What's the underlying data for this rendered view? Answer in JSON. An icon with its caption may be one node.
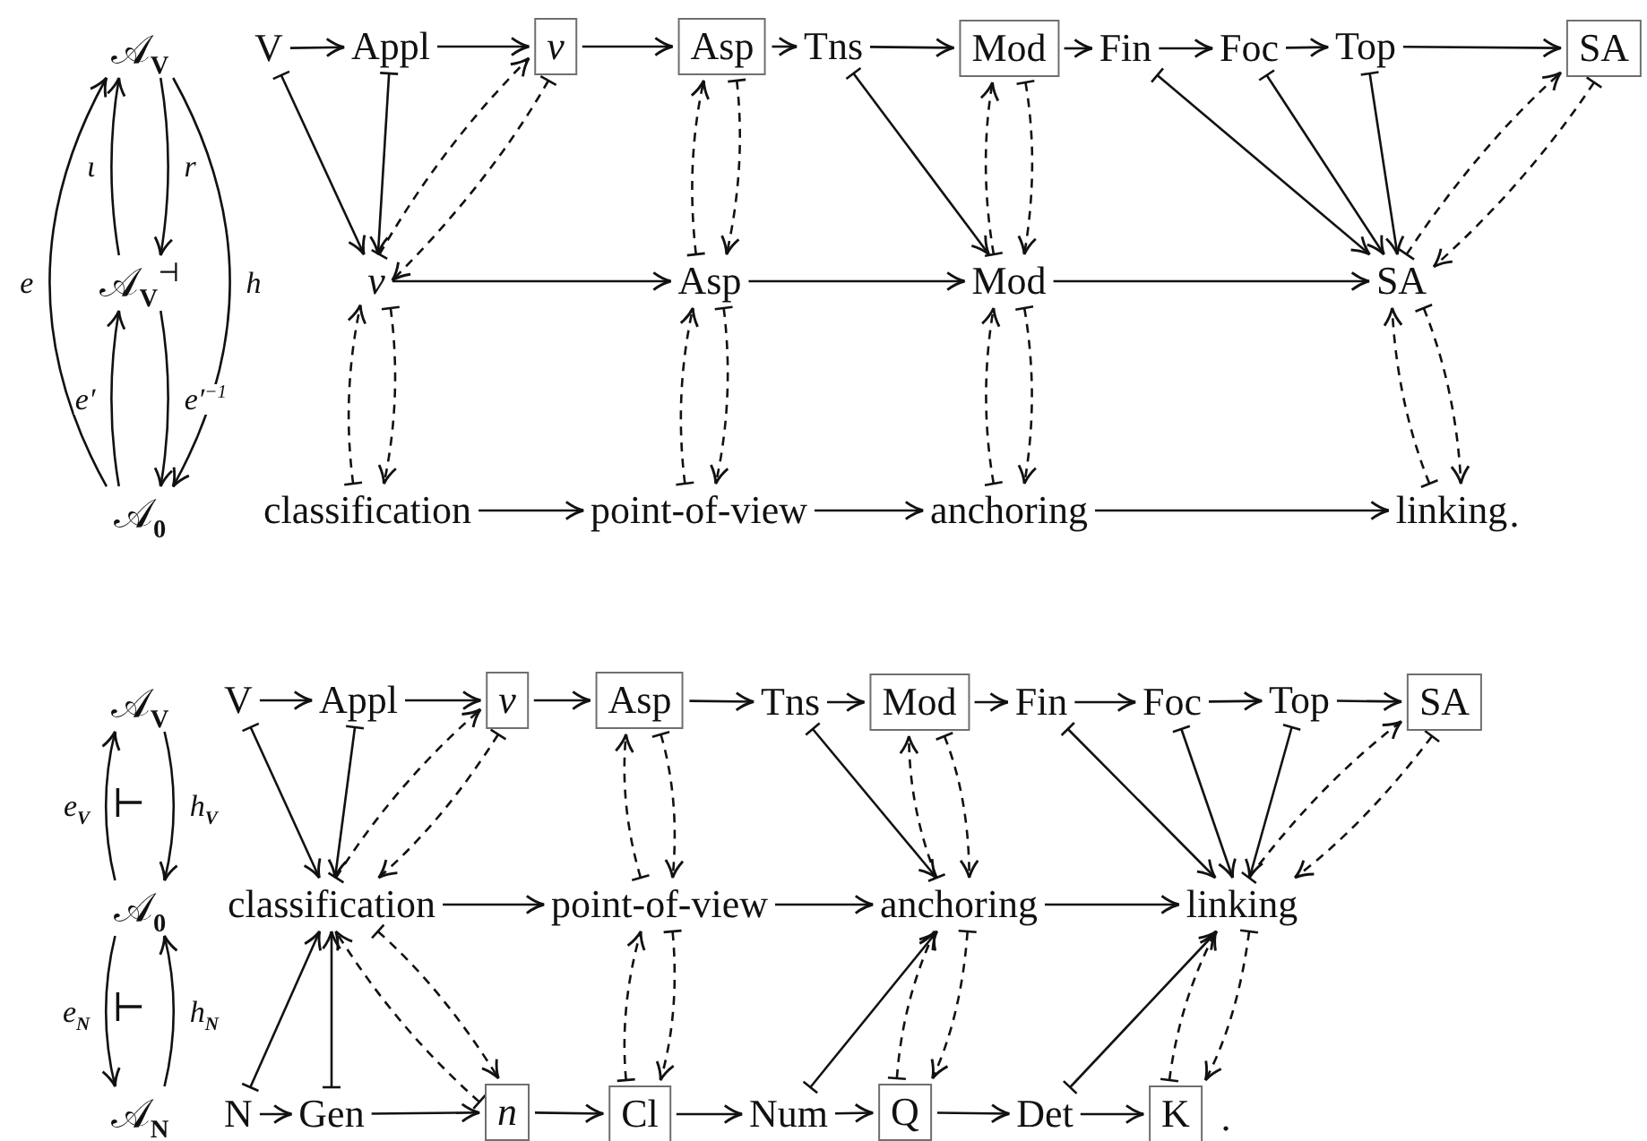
{
  "diagram": {
    "nodes": [
      {
        "text": [
          "𝒜$_{V}$"
        ]
      },
      {
        "text": [
          "𝒜$_{V}$$^{⊣}$"
        ]
      },
      {
        "text": [
          "𝒜$_{0}$"
        ]
      },
      {
        "text": [
          "V"
        ]
      },
      {
        "text": [
          "Appl"
        ]
      },
      {
        "text": [
          "ν"
        ]
      },
      {
        "text": [
          "Asp"
        ]
      },
      {
        "text": [
          "Tns"
        ]
      },
      {
        "text": [
          "Mod"
        ]
      },
      {
        "text": [
          "Fin"
        ]
      },
      {
        "text": [
          "Foc"
        ]
      },
      {
        "text": [
          "Top"
        ]
      },
      {
        "text": [
          "SA"
        ]
      },
      {
        "text": [
          "ν"
        ]
      },
      {
        "text": [
          "Asp"
        ]
      },
      {
        "text": [
          "Mod"
        ]
      },
      {
        "text": [
          "SA"
        ]
      },
      {
        "text": [
          "classification"
        ]
      },
      {
        "text": [
          "point-of-view"
        ]
      },
      {
        "text": [
          "anchoring"
        ]
      },
      {
        "text": [
          "linking"
        ],
        "beside": [
          "."
        ]
      },
      {
        "text": [
          "𝒜$_{V}$"
        ]
      },
      {
        "text": [
          "𝒜$_{0}$"
        ]
      },
      {
        "text": [
          "𝒜$_{N}$"
        ]
      },
      {
        "text": [
          "V"
        ]
      },
      {
        "text": [
          "Appl"
        ]
      },
      {
        "text": [
          "ν"
        ]
      },
      {
        "text": [
          "Asp"
        ]
      },
      {
        "text": [
          "Tns"
        ]
      },
      {
        "text": [
          "Mod"
        ]
      },
      {
        "text": [
          "Fin"
        ]
      },
      {
        "text": [
          "Foc"
        ]
      },
      {
        "text": [
          "Top"
        ]
      },
      {
        "text": [
          "SA"
        ]
      },
      {
        "text": [
          "classification"
        ]
      },
      {
        "text": [
          "point-of-view"
        ]
      },
      {
        "text": [
          "anchoring"
        ]
      },
      {
        "text": [
          "linking"
        ]
      },
      {
        "text": [
          "N"
        ]
      },
      {
        "text": [
          "Gen"
        ]
      },
      {
        "text": [
          "n"
        ]
      },
      {
        "text": [
          "Cl"
        ]
      },
      {
        "text": [
          "Num"
        ]
      },
      {
        "text": [
          "Q"
        ]
      },
      {
        "text": [
          "Det"
        ]
      },
      {
        "text": [
          "K"
        ],
        "beside": [
          "."
        ]
      }
    ],
    "edges": [
      {
        "from": 2,
        "to": 0,
        "arrow": "to",
        "label": "e"
      },
      {
        "from": 1,
        "to": 0,
        "arrow": "to",
        "label": "ι"
      },
      {
        "from": 0,
        "to": 1,
        "arrow": "to",
        "label": "r"
      },
      {
        "from": 0,
        "to": 2,
        "arrow": "to",
        "label": "h"
      },
      {
        "from": 2,
        "to": 1,
        "arrow": "to",
        "label": "e′"
      },
      {
        "from": 1,
        "to": 2,
        "arrow": "to",
        "label": "e′$^{−1}$"
      },
      {
        "from": 3,
        "to": 4,
        "arrow": "to"
      },
      {
        "from": 4,
        "to": 5,
        "arrow": "to"
      },
      {
        "from": 5,
        "to": 6,
        "arrow": "to"
      },
      {
        "from": 6,
        "to": 7,
        "arrow": "to"
      },
      {
        "from": 7,
        "to": 8,
        "arrow": "to"
      },
      {
        "from": 8,
        "to": 9,
        "arrow": "to"
      },
      {
        "from": 9,
        "to": 10,
        "arrow": "to"
      },
      {
        "from": 10,
        "to": 11,
        "arrow": "to"
      },
      {
        "from": 11,
        "to": 12,
        "arrow": "to"
      },
      {
        "from": 3,
        "to": 13,
        "arrow": "to"
      },
      {
        "from": 4,
        "to": 13,
        "arrow": "to"
      },
      {
        "from": 7,
        "to": 15,
        "arrow": "to"
      },
      {
        "from": 9,
        "to": 16,
        "arrow": "to"
      },
      {
        "from": 10,
        "to": 16,
        "arrow": "to"
      },
      {
        "from": 11,
        "to": 16,
        "arrow": "to"
      },
      {
        "from": 13,
        "to": 14,
        "arrow": "to"
      },
      {
        "from": 14,
        "to": 15,
        "arrow": "to"
      },
      {
        "from": 15,
        "to": 16,
        "arrow": "to"
      },
      {
        "from": 17,
        "to": 18,
        "arrow": "to"
      },
      {
        "from": 18,
        "to": 19,
        "arrow": "to"
      },
      {
        "from": 19,
        "to": 20,
        "arrow": "to"
      },
      {
        "from": 13,
        "to": 5,
        "arrow": "to",
        "style": "dashed"
      },
      {
        "from": 5,
        "to": 13,
        "arrow": "to",
        "style": "dashed"
      },
      {
        "from": 14,
        "to": 6,
        "arrow": "to",
        "style": "dashed"
      },
      {
        "from": 6,
        "to": 14,
        "arrow": "to",
        "style": "dashed"
      },
      {
        "from": 15,
        "to": 8,
        "arrow": "to",
        "style": "dashed"
      },
      {
        "from": 8,
        "to": 15,
        "arrow": "to",
        "style": "dashed"
      },
      {
        "from": 16,
        "to": 12,
        "arrow": "to",
        "style": "dashed"
      },
      {
        "from": 12,
        "to": 16,
        "arrow": "to",
        "style": "dashed"
      },
      {
        "from": 17,
        "to": 13,
        "arrow": "to",
        "style": "dashed"
      },
      {
        "from": 13,
        "to": 17,
        "arrow": "to",
        "style": "dashed"
      },
      {
        "from": 18,
        "to": 14,
        "arrow": "to",
        "style": "dashed"
      },
      {
        "from": 14,
        "to": 18,
        "arrow": "to",
        "style": "dashed"
      },
      {
        "from": 19,
        "to": 15,
        "arrow": "to",
        "style": "dashed"
      },
      {
        "from": 15,
        "to": 19,
        "arrow": "to",
        "style": "dashed"
      },
      {
        "from": 20,
        "to": 16,
        "arrow": "to",
        "style": "dashed"
      },
      {
        "from": 16,
        "to": 20,
        "arrow": "to",
        "style": "dashed"
      },
      {
        "from": 22,
        "to": 21,
        "arrow": "to",
        "label": "e$_{V}$"
      },
      {
        "from": 21,
        "to": 22,
        "arrow": "to",
        "label": "h$_{V}$"
      },
      {
        "from": 22,
        "to": 23,
        "arrow": "to",
        "label": "e$_{N}$"
      },
      {
        "from": 23,
        "to": 22,
        "arrow": "to",
        "label": "h$_{N}$"
      },
      {
        "from": 24,
        "to": 25,
        "arrow": "to"
      },
      {
        "from": 25,
        "to": 26,
        "arrow": "to"
      },
      {
        "from": 26,
        "to": 27,
        "arrow": "to"
      },
      {
        "from": 27,
        "to": 28,
        "arrow": "to"
      },
      {
        "from": 28,
        "to": 29,
        "arrow": "to"
      },
      {
        "from": 29,
        "to": 30,
        "arrow": "to"
      },
      {
        "from": 30,
        "to": 31,
        "arrow": "to"
      },
      {
        "from": 31,
        "to": 32,
        "arrow": "to"
      },
      {
        "from": 32,
        "to": 33,
        "arrow": "to"
      },
      {
        "from": 24,
        "to": 34,
        "arrow": "to"
      },
      {
        "from": 25,
        "to": 34,
        "arrow": "to"
      },
      {
        "from": 28,
        "to": 36,
        "arrow": "to"
      },
      {
        "from": 30,
        "to": 37,
        "arrow": "to"
      },
      {
        "from": 31,
        "to": 37,
        "arrow": "to"
      },
      {
        "from": 32,
        "to": 37,
        "arrow": "to"
      },
      {
        "from": 34,
        "to": 26,
        "arrow": "to",
        "style": "dashed"
      },
      {
        "from": 26,
        "to": 34,
        "arrow": "to",
        "style": "dashed"
      },
      {
        "from": 35,
        "to": 27,
        "arrow": "to",
        "style": "dashed"
      },
      {
        "from": 27,
        "to": 35,
        "arrow": "to",
        "style": "dashed"
      },
      {
        "from": 36,
        "to": 29,
        "arrow": "to",
        "style": "dashed"
      },
      {
        "from": 29,
        "to": 36,
        "arrow": "to",
        "style": "dashed"
      },
      {
        "from": 37,
        "to": 33,
        "arrow": "to",
        "style": "dashed"
      },
      {
        "from": 33,
        "to": 37,
        "arrow": "to",
        "style": "dashed"
      },
      {
        "from": 34,
        "to": 35,
        "arrow": "to"
      },
      {
        "from": 35,
        "to": 36,
        "arrow": "to"
      },
      {
        "from": 36,
        "to": 37,
        "arrow": "to"
      },
      {
        "from": 38,
        "to": 39,
        "arrow": "to"
      },
      {
        "from": 39,
        "to": 40,
        "arrow": "to"
      },
      {
        "from": 40,
        "to": 41,
        "arrow": "to"
      },
      {
        "from": 41,
        "to": 42,
        "arrow": "to"
      },
      {
        "from": 42,
        "to": 43,
        "arrow": "to"
      },
      {
        "from": 43,
        "to": 44,
        "arrow": "to"
      },
      {
        "from": 44,
        "to": 45,
        "arrow": "to"
      },
      {
        "from": 38,
        "to": 34,
        "arrow": "to"
      },
      {
        "from": 39,
        "to": 34,
        "arrow": "to"
      },
      {
        "from": 42,
        "to": 36,
        "arrow": "to"
      },
      {
        "from": 44,
        "to": 37,
        "arrow": "to"
      },
      {
        "from": 34,
        "to": 40,
        "arrow": "to",
        "style": "dashed"
      },
      {
        "from": 40,
        "to": 34,
        "arrow": "to",
        "style": "dashed"
      },
      {
        "from": 41,
        "to": 35,
        "arrow": "to",
        "style": "dashed"
      },
      {
        "from": 35,
        "to": 41,
        "arrow": "to",
        "style": "dashed"
      },
      {
        "from": 43,
        "to": 36,
        "arrow": "to",
        "style": "dashed"
      },
      {
        "from": 36,
        "to": 43,
        "arrow": "to",
        "style": "dashed"
      },
      {
        "from": 45,
        "to": 37,
        "arrow": "to",
        "style": "dashed"
      },
      {
        "from": 37,
        "to": 45,
        "arrow": "to",
        "style": "dashed"
      }
    ],
    "labels": [
      "⊢",
      "⊢"
    ]
  }
}
